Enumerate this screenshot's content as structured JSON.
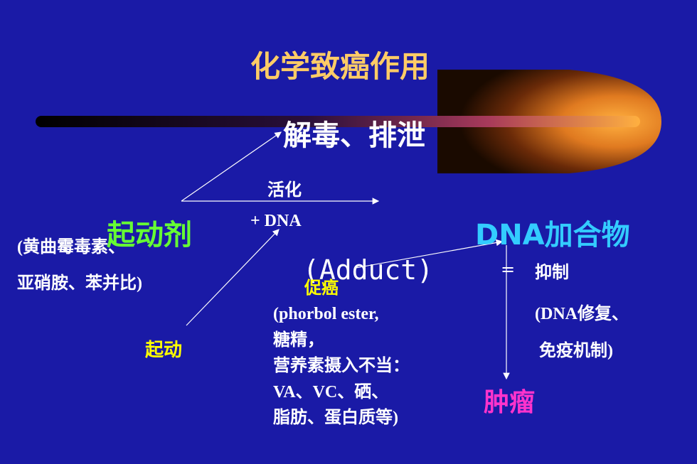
{
  "title": "化学致癌作用",
  "detox": "解毒、排泄",
  "activation": "活化",
  "initiator": "起动剂",
  "plus_dna": "+ DNA",
  "initiator_examples": [
    "(黄曲霉毒素、",
    "亚硝胺、苯并比)"
  ],
  "dna_adduct": "DNA加合物",
  "adduct_en": "(Adduct)",
  "promotion": "促癌",
  "equals": "=",
  "suppression": "抑制",
  "suppression_examples": [
    "(DNA修复、",
    " 免疫机制)"
  ],
  "initiation": "起动",
  "promotion_examples": [
    "(phorbol ester,",
    "糖精，",
    "营养素摄入不当：",
    "VA、VC、硒、",
    "脂肪、蛋白质等)"
  ],
  "tumor": "肿瘤",
  "colors": {
    "background": "#1a1aa6",
    "title": "#ffcc66",
    "initiator": "#66ff33",
    "adduct": "#33ccff",
    "highlight": "#ffff00",
    "tumor": "#ff33cc",
    "text": "#ffffff"
  }
}
